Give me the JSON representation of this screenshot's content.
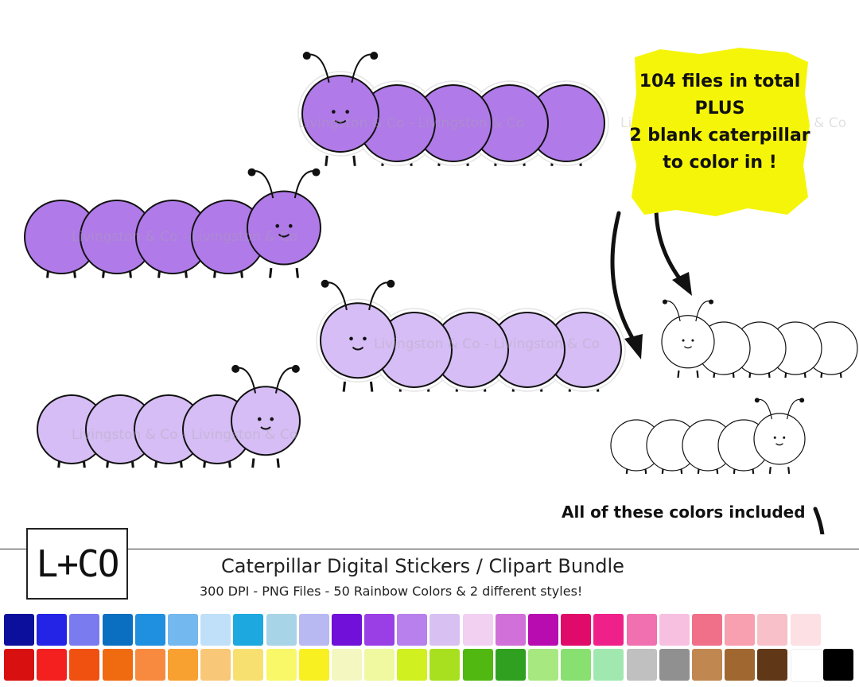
{
  "watermark": "Livingston & Co - Livingston & Co",
  "promo": {
    "line1": "104 files in total",
    "line2": "PLUS",
    "line3": "2 blank caterpillar",
    "line4": "to color in !",
    "background_color": "#f5f50a"
  },
  "colors_note": "All of these colors included",
  "logo_text": "L+CO",
  "product": {
    "title": "Caterpillar Digital Stickers / Clipart Bundle",
    "subtitle": "300 DPI  -  PNG Files - 50 Rainbow Colors & 2 different styles!"
  },
  "caterpillar_colors": {
    "dark_purple": "#b07ae8",
    "light_purple": "#d6bdf5",
    "blank": "#ffffff"
  },
  "palette": {
    "row1": [
      "#0b0f9c",
      "#2424e6",
      "#7b7bf0",
      "#0a6fc0",
      "#1f8fe0",
      "#74b8f0",
      "#bfe0f8",
      "#1ea8e0",
      "#a8d4e8",
      "#b8b8f2",
      "#7010d8",
      "#9a3ee6",
      "#b880ec",
      "#d8c0f2",
      "#f2d0f2",
      "#d070d8",
      "#b80bb0",
      "#e00a6a",
      "#f0208a",
      "#f070b0",
      "#f8c0e0",
      "#f0708a",
      "#f8a0b0",
      "#f8c0c8",
      "#fde0e4"
    ],
    "row2": [
      "#d81010",
      "#f42020",
      "#f05010",
      "#f06a10",
      "#f88a40",
      "#f8a030",
      "#f8c878",
      "#f8e070",
      "#f8f868",
      "#f8f020",
      "#f4f8c0",
      "#f0f8a0",
      "#d0f020",
      "#a8e020",
      "#50b810",
      "#30a020",
      "#a8e880",
      "#88e070",
      "#a0e8b0",
      "#c0c0c0",
      "#909090",
      "#c08850",
      "#a06830",
      "#603818",
      "#ffffff",
      "#000000"
    ]
  }
}
